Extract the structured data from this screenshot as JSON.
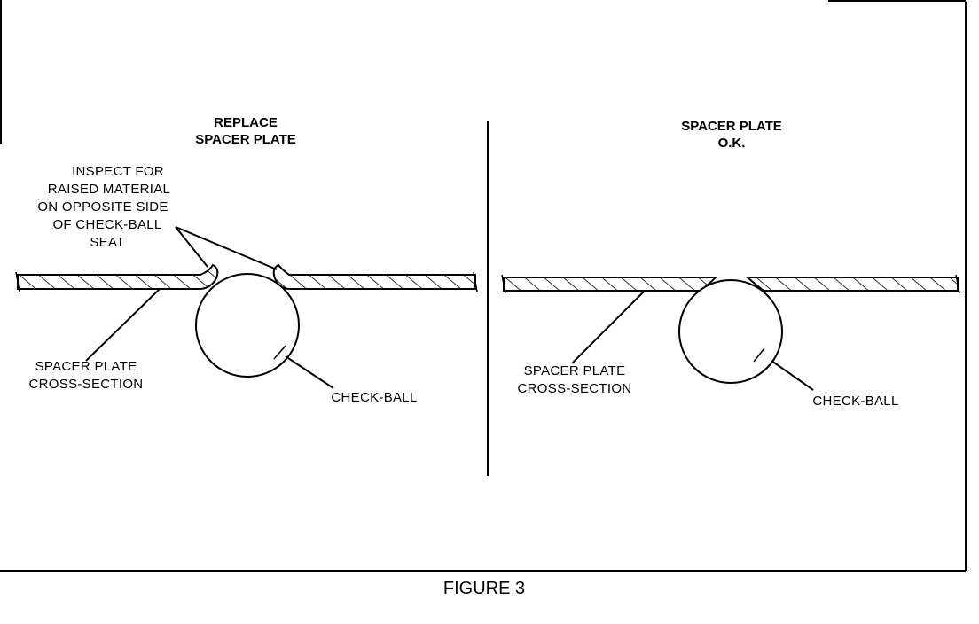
{
  "figure_caption": "FIGURE 3",
  "left_panel": {
    "heading_line1": "REPLACE",
    "heading_line2": "SPACER PLATE",
    "callout_lines": [
      "INSPECT FOR",
      "RAISED MATERIAL",
      "ON OPPOSITE SIDE",
      "OF CHECK-BALL",
      "SEAT"
    ],
    "plate_label_line1": "SPACER PLATE",
    "plate_label_line2": "CROSS-SECTION",
    "ball_label": "CHECK-BALL"
  },
  "right_panel": {
    "heading_line1": "SPACER PLATE",
    "heading_line2": "O.K.",
    "plate_label_line1": "SPACER PLATE",
    "plate_label_line2": "CROSS-SECTION",
    "ball_label": "CHECK-BALL"
  },
  "colors": {
    "ink": "#000000",
    "paper": "#ffffff"
  }
}
